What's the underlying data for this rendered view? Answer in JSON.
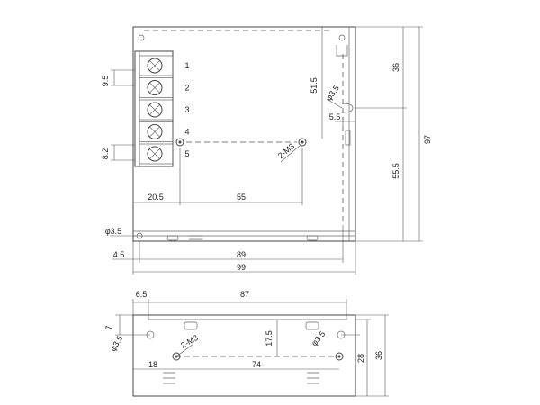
{
  "terminals": [
    "1",
    "2",
    "3",
    "4",
    "5"
  ],
  "top_view": {
    "dims": {
      "terminal_pitch": "9.5",
      "terminal_width": "8.2",
      "left_to_hole": "20.5",
      "hole_spacing": "55",
      "top_to_hole": "51.5",
      "slot_dia": "φ3.5",
      "slot_offset": "5.5",
      "height_upper": "36",
      "height_lower": "55.5",
      "height_total": "97",
      "corner_hole": "φ3.5",
      "left_margin": "4.5",
      "hole_to_hole": "89",
      "width_total": "99",
      "thread": "2-M3"
    }
  },
  "side_view": {
    "dims": {
      "left_offset": "6.5",
      "span": "87",
      "vertical_offset": "7",
      "hole_dia_left": "φ3.5",
      "hole_dia_right": "φ3.5",
      "thread": "2-M3",
      "center_height": "17.5",
      "left_to_hole": "18",
      "hole_spacing": "74",
      "inner_height": "28",
      "height_total": "36"
    }
  }
}
